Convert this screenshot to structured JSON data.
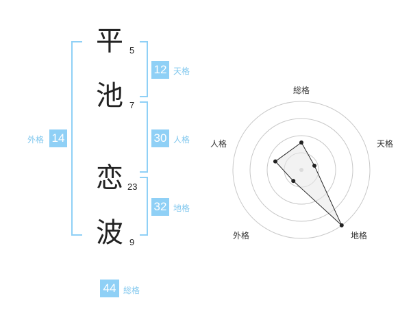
{
  "name": {
    "characters": [
      {
        "char": "平",
        "strokes": "5"
      },
      {
        "char": "池",
        "strokes": "7"
      },
      {
        "char": "恋",
        "strokes": "23"
      },
      {
        "char": "波",
        "strokes": "9"
      }
    ]
  },
  "fortunes": {
    "tenkaku": {
      "value": "12",
      "label": "天格"
    },
    "jinkaku": {
      "value": "30",
      "label": "人格"
    },
    "chikaku": {
      "value": "32",
      "label": "地格"
    },
    "gaikaku": {
      "value": "14",
      "label": "外格"
    },
    "soukaku": {
      "value": "44",
      "label": "総格"
    }
  },
  "radar": {
    "labels": {
      "top": "総格",
      "right": "天格",
      "bottom_right": "地格",
      "bottom_left": "外格",
      "left": "人格"
    },
    "chart_data": {
      "type": "radar",
      "axes": [
        "総格",
        "天格",
        "地格",
        "外格",
        "人格"
      ],
      "values": [
        2,
        1,
        5,
        1,
        2
      ],
      "max": 5,
      "rings": 4,
      "line_color": "#222222",
      "fill_color": "#e6e6e6"
    }
  }
}
